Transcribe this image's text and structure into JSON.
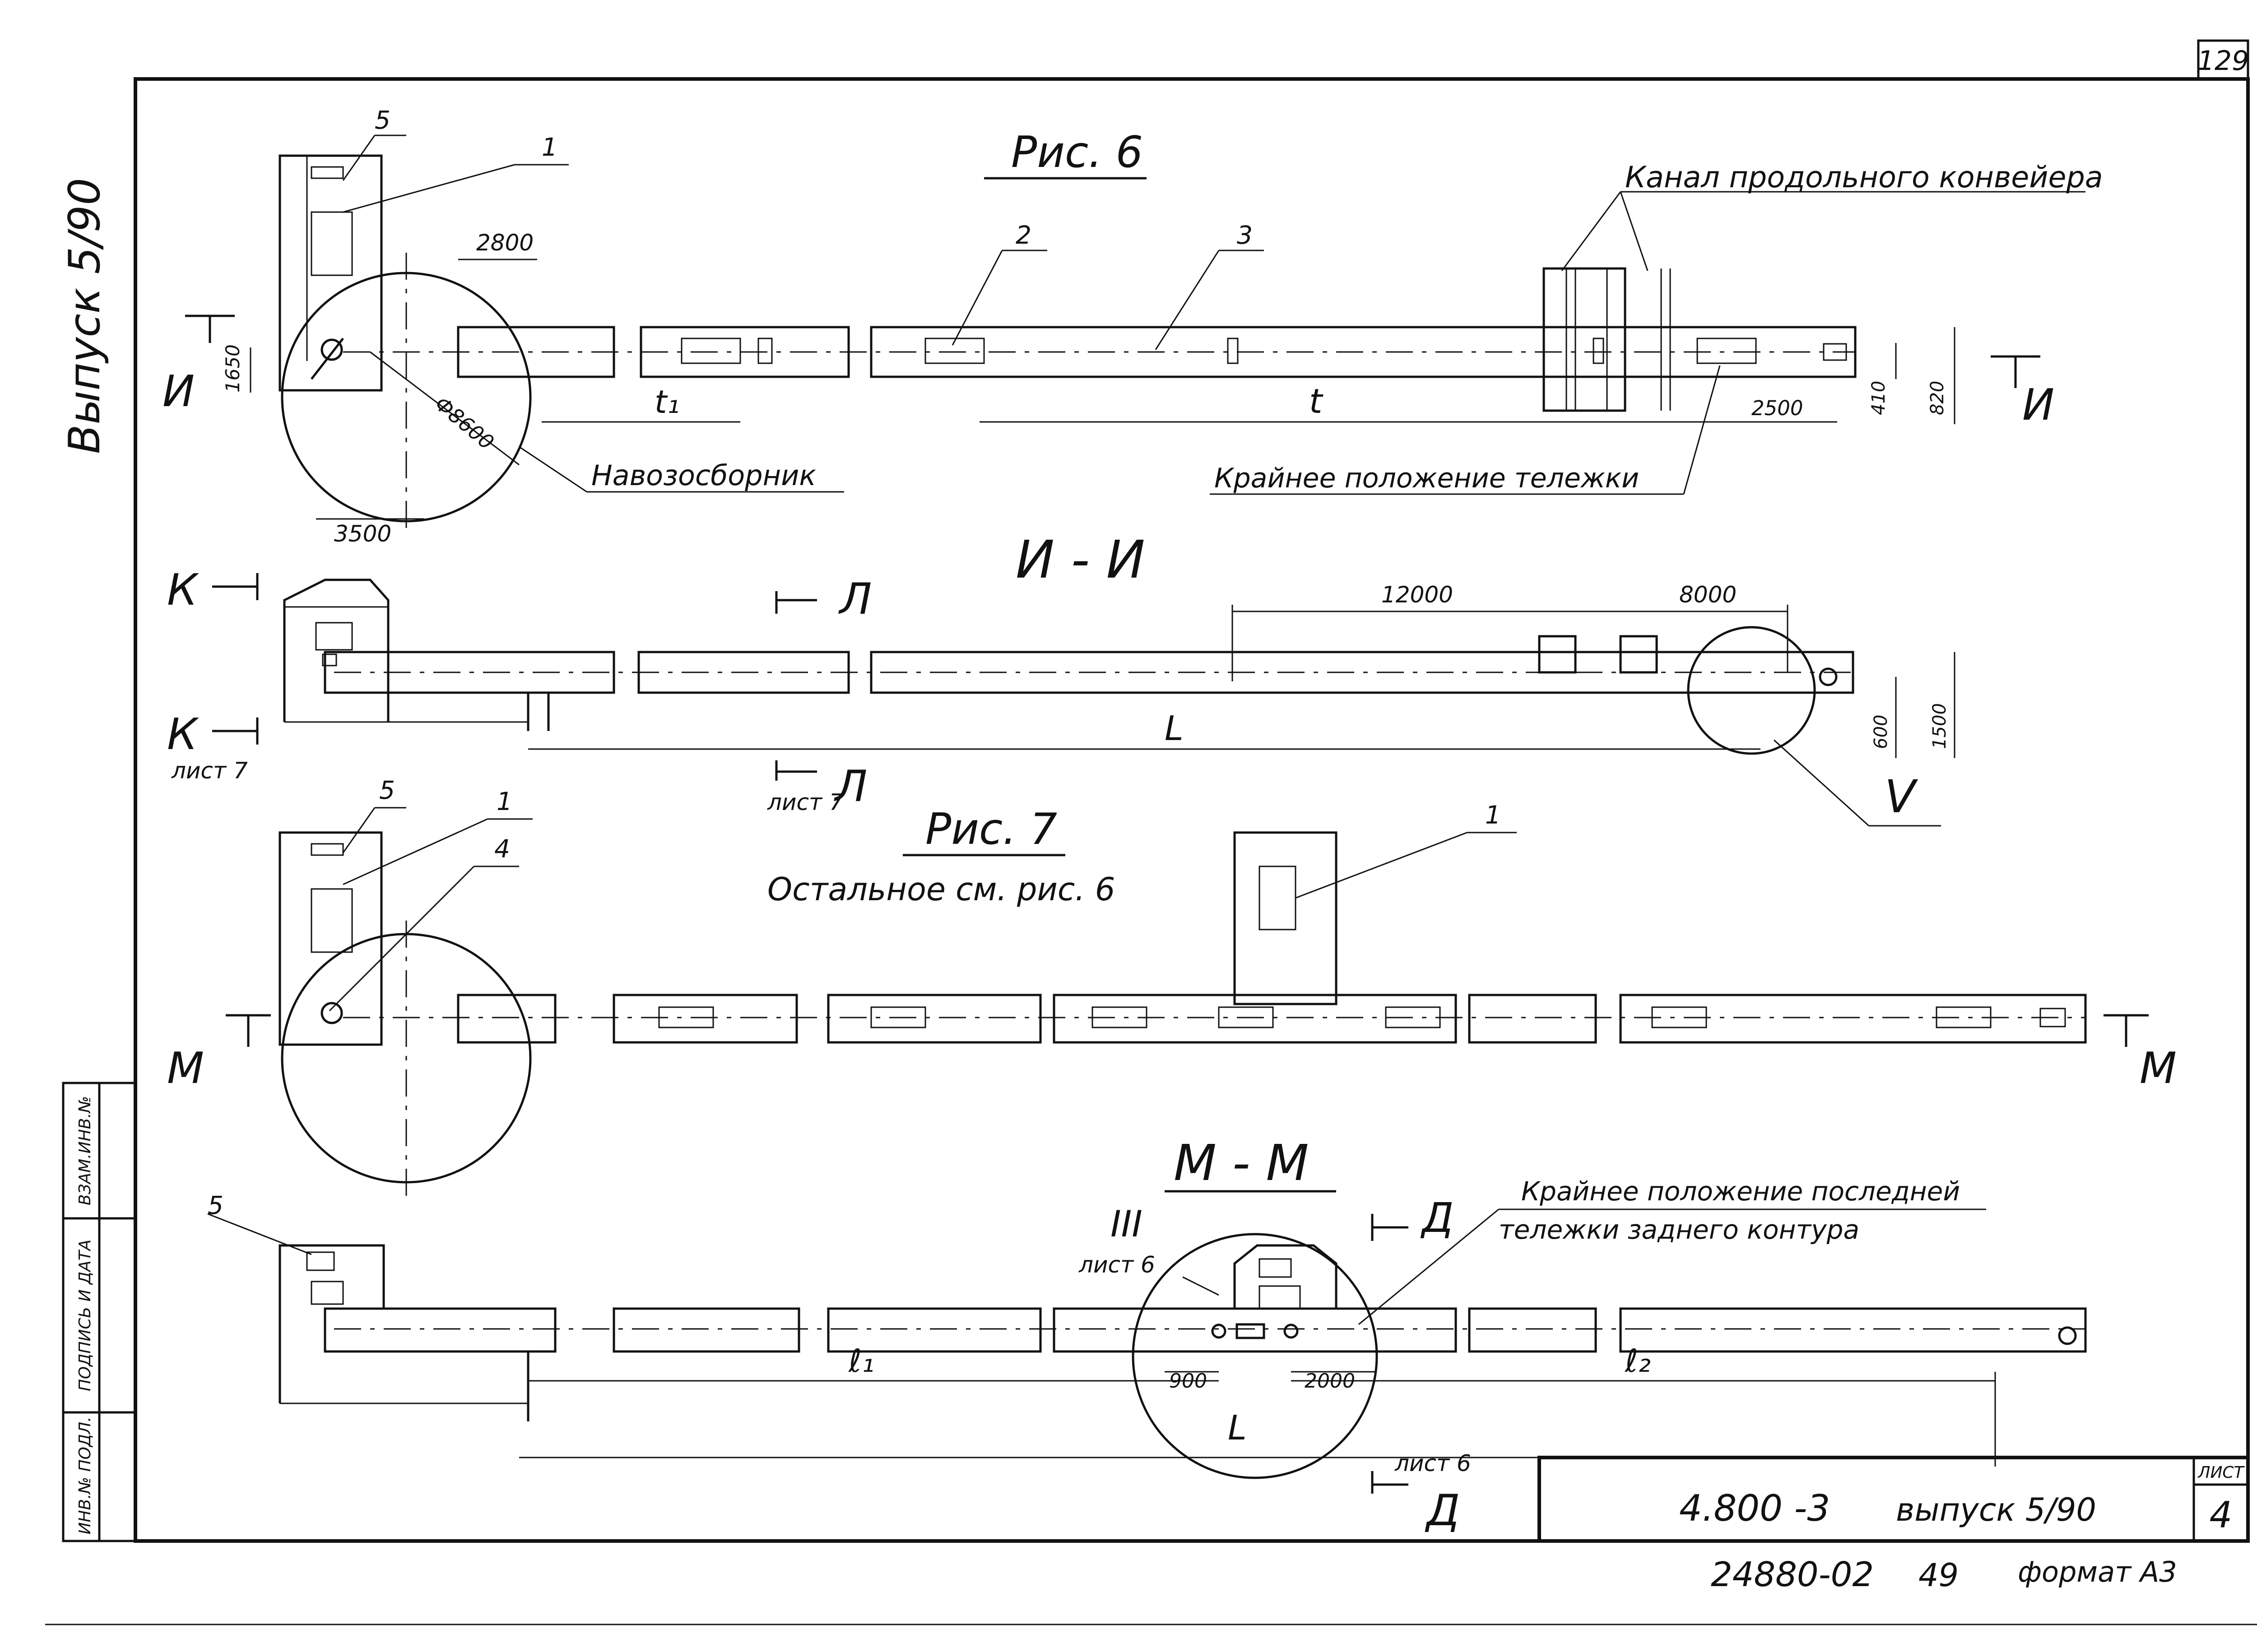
{
  "sheet": {
    "page_number": "129",
    "vypusk_side": "Выпуск 5/90",
    "doc_code": "4.800 -3",
    "doc_vypusk": "выпуск 5/90",
    "list_label": "ЛИСТ",
    "list_number": "4",
    "archive_number": "24880-02",
    "archive_sub": "49",
    "format": "формат А3",
    "stamp_inv_podl": "ИНВ.№ ПОДЛ.",
    "stamp_podpis": "ПОДПИСЬ И ДАТА",
    "stamp_vzam": "ВЗАМ.ИНВ.№"
  },
  "fig6": {
    "title": "Рис. 6",
    "callout_channel": "Канал продольного конвейера",
    "callout_manure": "Навозосборник",
    "callout_extreme": "Крайнее положение тележки",
    "dim_2800": "2800",
    "dim_1650": "1650",
    "dim_diam": "Ф8600",
    "dim_3500": "3500",
    "dim_t1": "t₁",
    "dim_t": "t",
    "dim_2500": "2500",
    "dim_410": "410",
    "dim_820": "820",
    "pos_1": "1",
    "pos_2": "2",
    "pos_3": "3",
    "pos_5": "5",
    "sec_left": "И",
    "sec_right": "И"
  },
  "sectionII": {
    "title": "И - И",
    "k_top": "К",
    "k_bottom": "К",
    "k_sheet": "лист 7",
    "l_top": "Л",
    "l_bottom": "Л",
    "l_sheet": "лист 7",
    "dim_12000": "12000",
    "dim_8000": "8000",
    "dim_L": "L",
    "dim_600": "600",
    "dim_1500": "1500",
    "detail_V": "V"
  },
  "fig7": {
    "title": "Рис. 7",
    "subtitle": "Остальное см. рис. 6",
    "pos_1a": "1",
    "pos_1b": "1",
    "pos_4": "4",
    "pos_5": "5",
    "sec_left": "М",
    "sec_right": "М"
  },
  "sectionMM": {
    "title": "М - М",
    "callout_line1": "Крайнее положение последней",
    "callout_line2": "тележки заднего контура",
    "detail_III": "III",
    "detail_sheet": "лист 6",
    "d_top": "Д",
    "d_bottom": "Д",
    "d_sheet": "лист 6",
    "pos_5": "5",
    "dim_l1": "ℓ₁",
    "dim_l2": "ℓ₂",
    "dim_900": "900",
    "dim_2000": "2000",
    "dim_L": "L"
  }
}
